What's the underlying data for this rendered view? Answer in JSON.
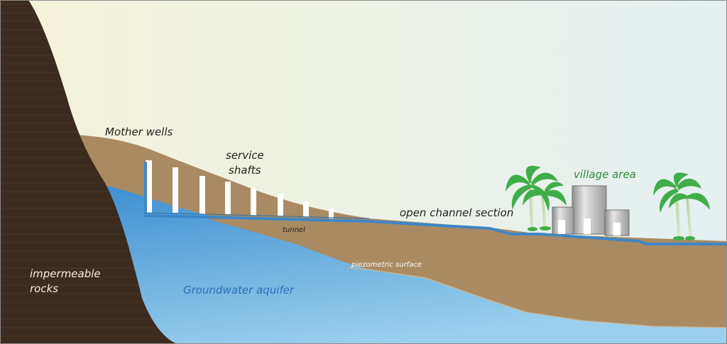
{
  "labels": {
    "mother_wells": "Mother wells",
    "service_shafts_line1": "service",
    "service_shafts_line2": "shafts",
    "tunnel": "tunnel",
    "open_channel_section": "open channel section",
    "village_area": "village area",
    "piezometric_surface": "piezometric surface",
    "groundwater_aquifer": "Groundwater aquifer",
    "impermeable_rocks_line1": "impermeable",
    "impermeable_rocks_line2": "rocks"
  },
  "colors": {
    "sky_top": "#f3f3da",
    "sky_bottom": "#e6f1f1",
    "soil": "#a98a62",
    "rock": "#3b2a1e",
    "water_top": "#4a98d4",
    "water_bottom": "#8fc9ea",
    "channel": "#3f86c6",
    "palm_green": "#3fae49",
    "trunk": "#c9d6b6",
    "building": "#a8a8a8"
  }
}
